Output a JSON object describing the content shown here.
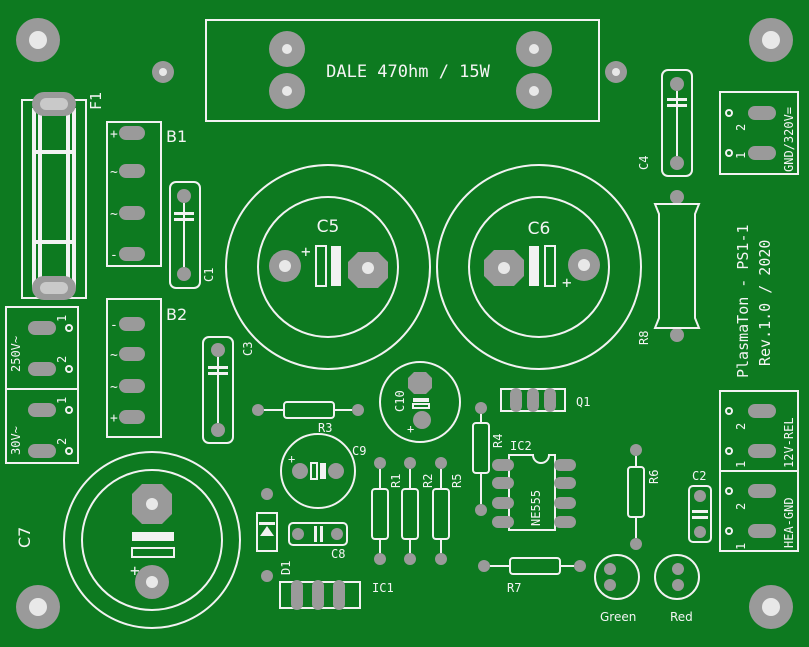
{
  "board": {
    "resistor_label": "DALE 470hm / 15W",
    "title_line1": "PlasmaTon - PS1-1",
    "title_line2": "Rev.1.0 / 2020"
  },
  "refs": {
    "F1": "F1",
    "B1": "B1",
    "B2": "B2",
    "C1": "C1",
    "C2": "C2",
    "C3": "C3",
    "C4": "C4",
    "C5": "C5",
    "C6": "C6",
    "C7": "C7",
    "C8": "C8",
    "C9": "C9",
    "C10": "C10",
    "R1": "R1",
    "R2": "R2",
    "R3": "R3",
    "R4": "R4",
    "R5": "R5",
    "R6": "R6",
    "R7": "R7",
    "R8": "R8",
    "IC1": "IC1",
    "IC2": "IC2",
    "IC2_part": "NE555",
    "Q1": "Q1",
    "D1": "D1"
  },
  "connectors": {
    "gnd320": "GND/320V=",
    "v250": "250V~",
    "v30": "30V~",
    "rel12": "12V-REL",
    "heagnd": "HEA-GND",
    "pin1": "1",
    "pin2": "2"
  },
  "bridge": {
    "plus": "+",
    "ac": "~",
    "minus": "-"
  },
  "leds": {
    "green": "Green",
    "red": "Red"
  },
  "polarity": {
    "plus": "+"
  }
}
